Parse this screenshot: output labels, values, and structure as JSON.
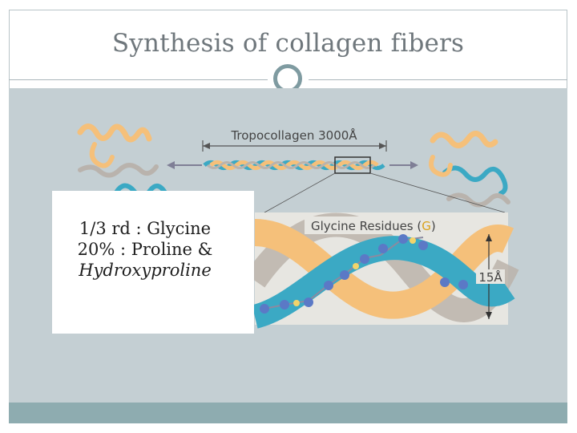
{
  "slide": {
    "title": "Synthesis of collagen fibers",
    "bullets": [
      {
        "text": "1/3 rd : Glycine",
        "italic": false
      },
      {
        "text": "20% : Proline &",
        "italic": false
      },
      {
        "text": "Hydroxyproline",
        "italic": true
      }
    ]
  },
  "figure": {
    "tropocollagen_label": "Tropocollagen 3000Å",
    "glycine_label_prefix": "Glycine Residues (",
    "glycine_label_symbol": "G",
    "glycine_label_suffix": ")",
    "width_label": "15Å"
  },
  "colors": {
    "content_background": "#c4cfd3",
    "bottom_band": "#8eacb0",
    "accent_ring": "#7f9ba1",
    "helix_orange": "#f5c07a",
    "helix_teal": "#3ba9c4",
    "helix_gray": "#b9b3ad"
  }
}
